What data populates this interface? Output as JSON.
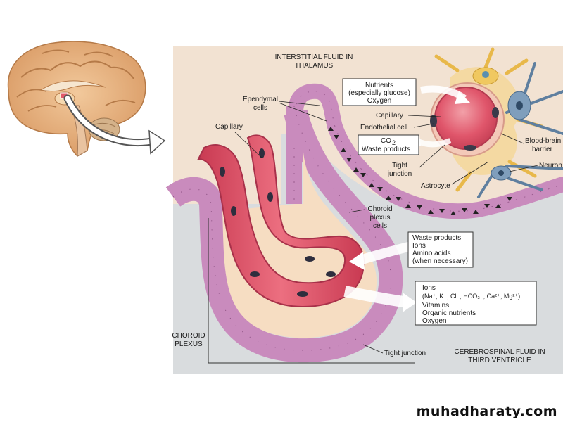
{
  "labels": {
    "interstitial_fluid": [
      "INTERSTITIAL FLUID IN",
      "THALAMUS"
    ],
    "nutrients_box": [
      "Nutrients",
      "(especially glucose)",
      "Oxygen"
    ],
    "ependymal_cells": [
      "Ependymal",
      "cells"
    ],
    "capillary_left": "Capillary",
    "capillary_right": "Capillary",
    "endothelial_cell": "Endothelial cell",
    "co2_box": [
      "CO",
      "2",
      "Waste products"
    ],
    "blood_brain_barrier": [
      "Blood-brain",
      "barrier"
    ],
    "tight_junction_top": [
      "Tight",
      "junction"
    ],
    "neuron": "Neuron",
    "astrocyte": "Astrocyte",
    "choroid_plexus_cells": [
      "Choroid",
      "plexus",
      "cells"
    ],
    "waste_box": [
      "Waste products",
      "Ions",
      "Amino acids",
      "(when necessary)"
    ],
    "ions_box_title": "Ions",
    "ions_box_line2": "(Na⁺, K⁺, Cl⁻, HCO₃⁻, Ca²⁺, Mg²⁺)",
    "ions_box_rest": [
      "Vitamins",
      "Organic nutrients",
      "Oxygen"
    ],
    "choroid_plexus": [
      "CHOROID",
      "PLEXUS"
    ],
    "tight_junction_bottom": "Tight junction",
    "csf": [
      "CEREBROSPINAL FLUID IN",
      "THIRD VENTRICLE"
    ]
  },
  "watermark": "muhadharaty.com",
  "colors": {
    "background_panel": "#f2e2d2",
    "csf_area": "#d9dcde",
    "capillary": "#e0566b",
    "choroid_cells": "#c98bbd",
    "brain": "#e8b888"
  }
}
